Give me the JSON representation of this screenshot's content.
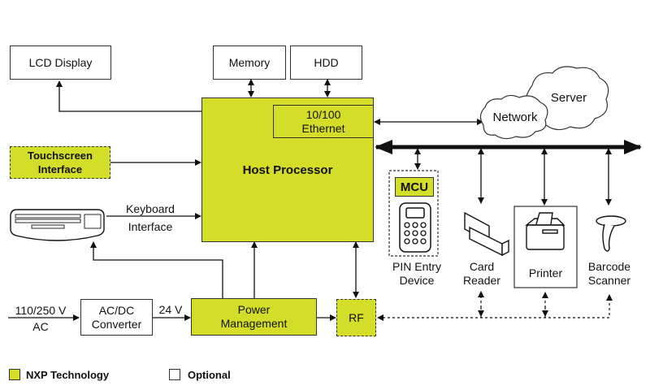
{
  "colors": {
    "nxp": "#d4dd28",
    "line": "#111111",
    "box_border": "#333333"
  },
  "blocks": {
    "lcd": "LCD Display",
    "memory": "Memory",
    "hdd": "HDD",
    "host": "Host Processor",
    "ethernet": [
      "10/100",
      "Ethernet"
    ],
    "touchscreen": [
      "Touchscreen",
      "Interface"
    ],
    "keyboard_label": [
      "Keyboard",
      "Interface"
    ],
    "acdc": [
      "AC/DC",
      "Converter"
    ],
    "power": [
      "Power",
      "Management"
    ],
    "rf": "RF",
    "mcu": "MCU",
    "network": "Network",
    "server": "Server",
    "input_voltage": [
      "110/250 V",
      "AC"
    ],
    "dc_voltage": "24 V"
  },
  "peripherals": {
    "pin": [
      "PIN Entry",
      "Device"
    ],
    "card": [
      "Card",
      "Reader"
    ],
    "printer": "Printer",
    "barcode": [
      "Barcode",
      "Scanner"
    ]
  },
  "legend": {
    "nxp": "NXP Technology",
    "optional": "Optional"
  }
}
